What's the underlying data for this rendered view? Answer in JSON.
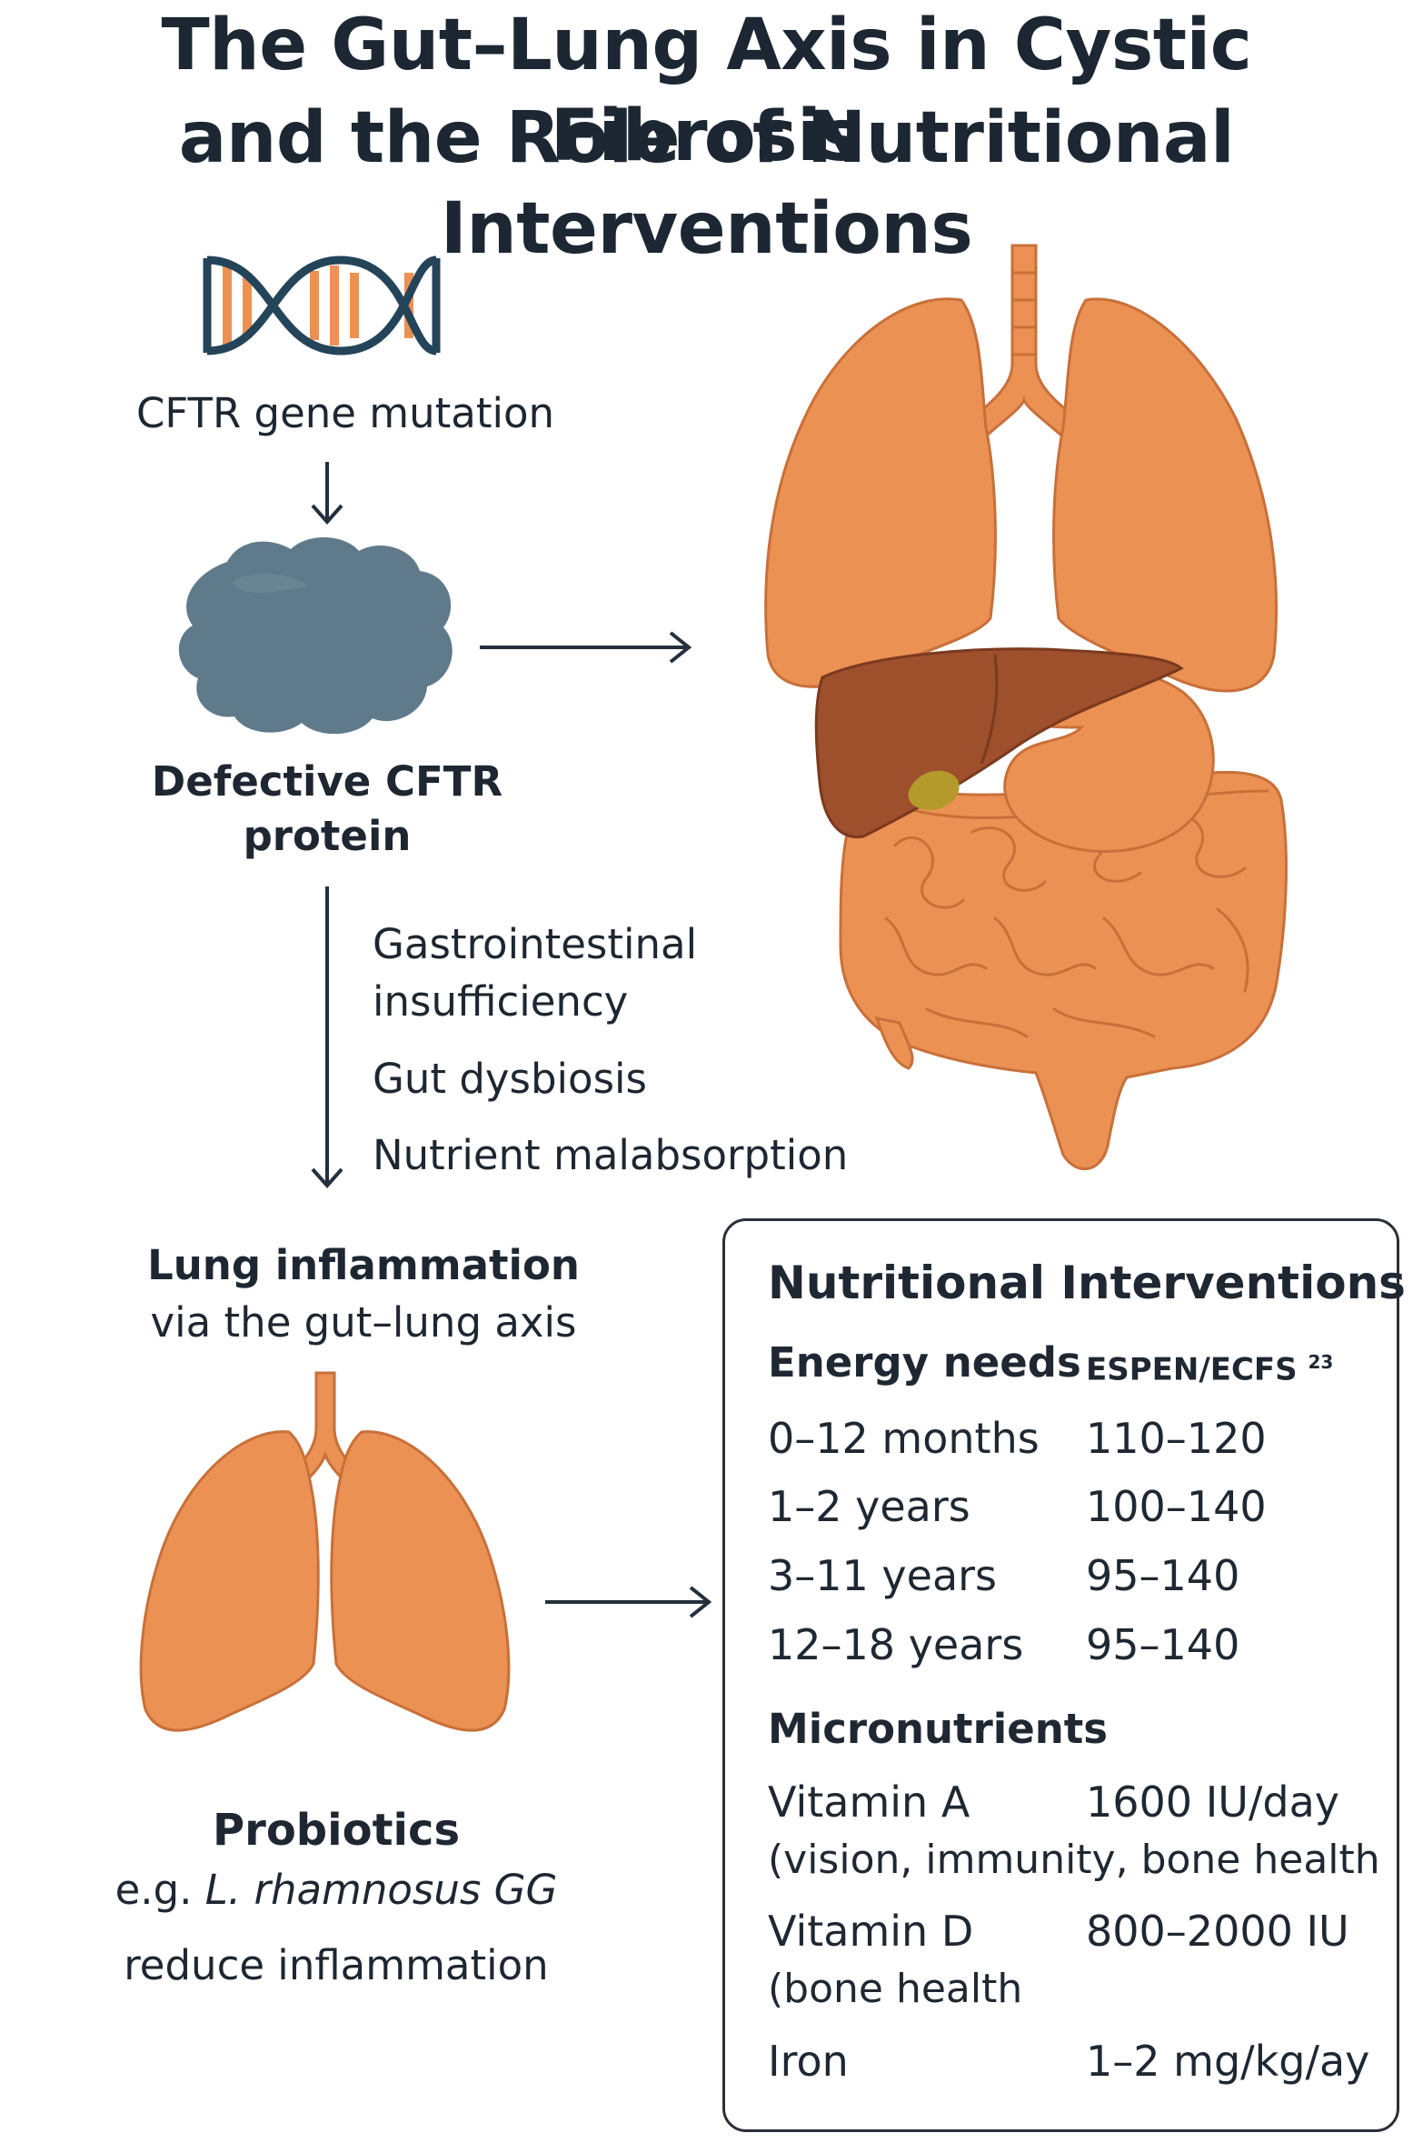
{
  "title": {
    "line1": "The Gut–Lung Axis in Cystic Fibrosis",
    "line2": "and the Role of Nutritional Interventions"
  },
  "colors": {
    "organ": "#ec9154",
    "organ_dark": "#c8703a",
    "liver": "#9e4f2c",
    "protein": "#5f7a8a",
    "dna_strand": "#24445a",
    "dna_rung": "#ec9154",
    "text": "#1d2630"
  },
  "icons": {
    "dna": "dna-helix-icon",
    "protein": "protein-blob-icon",
    "organs": "digestive-system-with-lungs-icon",
    "lungs": "lungs-icon"
  },
  "flow": {
    "gene_mutation": "CFTR gene mutation",
    "defective_protein_line1": "Defective CFTR",
    "defective_protein_line2": "protein",
    "effects": {
      "gi_line1": "Gastrointestinal",
      "gi_line2": "insufficiency",
      "dysbiosis": "Gut dysbiosis",
      "malabsorption": "Nutrient malabsorption"
    },
    "lung_inflammation_line1": "Lung inflammation",
    "lung_inflammation_line2": "via the gut–lung axis",
    "probiotics_title": "Probiotics",
    "probiotics_eg_prefix": "e.g. ",
    "probiotics_eg_species": "L. rhamnosus GG",
    "probiotics_effect": "reduce inflammation"
  },
  "interventions": {
    "title": "Nutritional Interventions",
    "energy_header": "Energy needs",
    "energy_source": "ESPEN/ECFS",
    "energy_source_ref": "23",
    "energy_rows": [
      {
        "age": "0–12 months",
        "value": "110–120"
      },
      {
        "age": "1–2 years",
        "value": "100–140"
      },
      {
        "age": "3–11 years",
        "value": "95–140"
      },
      {
        "age": "12–18 years",
        "value": "95–140"
      }
    ],
    "micro_header": "Micronutrients",
    "vitamin_a": {
      "name": "Vitamin A",
      "dose": "1600 IU/day",
      "note": "(vision, immunity, bone health"
    },
    "vitamin_d": {
      "name": "Vitamin D",
      "dose": "800–2000 IU",
      "note": "(bone health"
    },
    "iron": {
      "name": "Iron",
      "dose": "1–2 mg/kg/ay"
    }
  }
}
